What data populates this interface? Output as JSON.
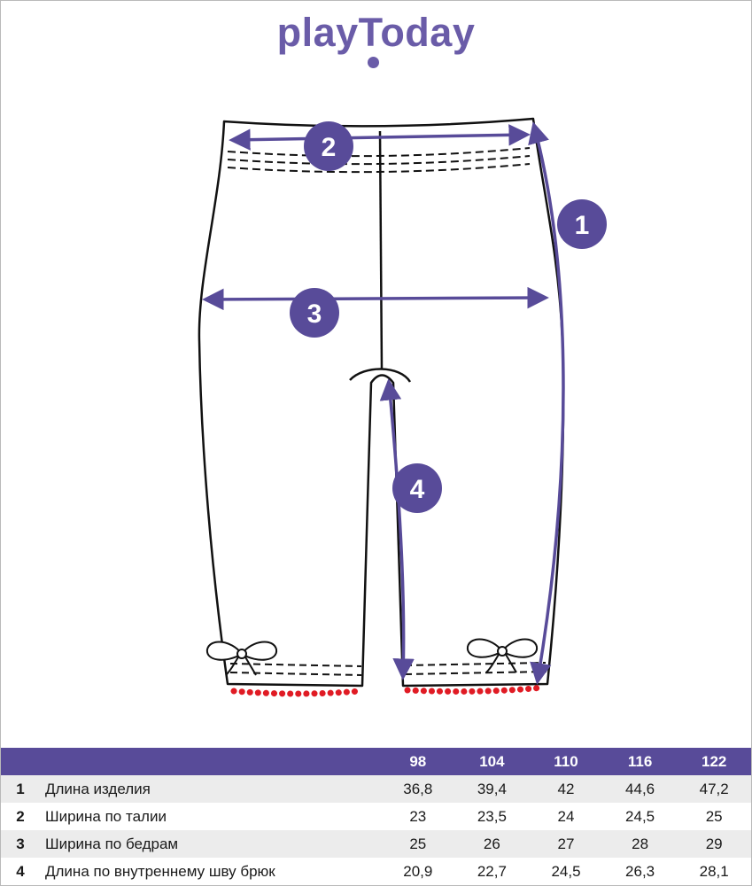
{
  "brand": {
    "logo": "playToday"
  },
  "diagram": {
    "badges": [
      "1",
      "2",
      "3",
      "4"
    ],
    "badge_meanings": {
      "1": "Длина изделия",
      "2": "Ширина по талии",
      "3": "Ширина по бедрам",
      "4": "Длина по внутреннему шву брюк"
    }
  },
  "table": {
    "sizes": [
      "98",
      "104",
      "110",
      "116",
      "122"
    ],
    "rows": [
      {
        "num": "1",
        "label": "Длина изделия",
        "values": [
          "36,8",
          "39,4",
          "42",
          "44,6",
          "47,2"
        ]
      },
      {
        "num": "2",
        "label": "Ширина по талии",
        "values": [
          "23",
          "23,5",
          "24",
          "24,5",
          "25"
        ]
      },
      {
        "num": "3",
        "label": "Ширина по бедрам",
        "values": [
          "25",
          "26",
          "27",
          "28",
          "29"
        ]
      },
      {
        "num": "4",
        "label": "Длина по внутреннему шву брюк",
        "values": [
          "20,9",
          "22,7",
          "24,5",
          "26,3",
          "28,1"
        ]
      }
    ]
  },
  "colors": {
    "brand_purple": "#6a5ca8",
    "header_purple": "#584b99",
    "trim_red": "#e01b24"
  }
}
